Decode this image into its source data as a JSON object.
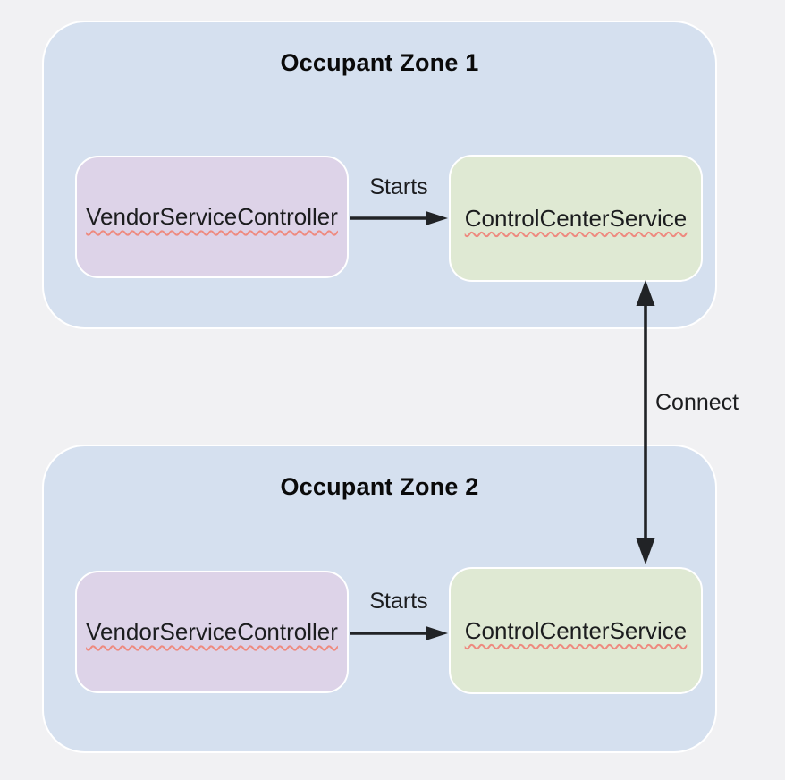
{
  "zones": [
    {
      "title": "Occupant Zone 1",
      "controller": "VendorServiceController",
      "service": "ControlCenterService",
      "edge_label": "Starts"
    },
    {
      "title": "Occupant Zone 2",
      "controller": "VendorServiceController",
      "service": "ControlCenterService",
      "edge_label": "Starts"
    }
  ],
  "connector": {
    "label": "Connect"
  },
  "colors": {
    "page_bg": "#f1f1f3",
    "zone_fill": "#d5e0ef",
    "zone_border": "#ffffff",
    "controller_fill": "#ddd3e8",
    "service_fill": "#dfe9d3",
    "node_border": "#ffffff",
    "arrow_color": "#212326",
    "label_color": "#1c1d1f",
    "title_color": "#0a0a0a",
    "squiggle_color": "#ee8a7f"
  }
}
